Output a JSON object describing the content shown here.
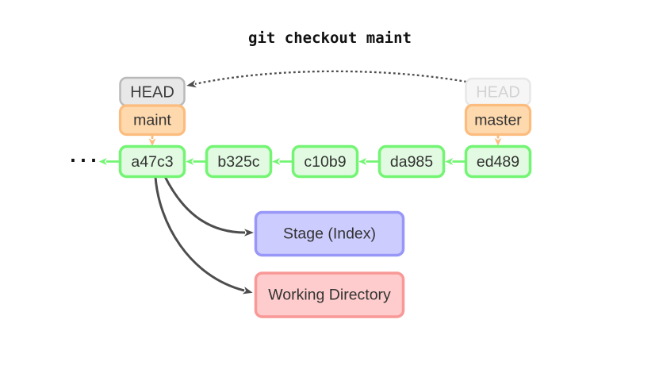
{
  "title": "git checkout maint",
  "ellipsis": "...",
  "head_pointer": {
    "label": "HEAD"
  },
  "head_pointer_previous": {
    "label": "HEAD"
  },
  "branches": {
    "maint": {
      "label": "maint"
    },
    "master": {
      "label": "master"
    }
  },
  "commits": [
    {
      "id": "a47c3"
    },
    {
      "id": "b325c"
    },
    {
      "id": "c10b9"
    },
    {
      "id": "da985"
    },
    {
      "id": "ed489"
    }
  ],
  "areas": {
    "stage": {
      "label": "Stage (Index)"
    },
    "working_directory": {
      "label": "Working Directory"
    }
  },
  "colors": {
    "background": "#ffffff",
    "commit_fill": "#e1fae1",
    "commit_border": "#73f573",
    "branch_fill": "#fed9ae",
    "branch_border": "#fbbc7e",
    "head_fill": "#e8e8e8",
    "head_border": "#b9b9b9",
    "head_text": "#3d3d3d",
    "head_faded_fill": "#f6f6f6",
    "head_faded_border": "#e7e7e7",
    "head_faded_text": "#d3d3d3",
    "stage_fill": "#ccccfe",
    "stage_border": "#9897f8",
    "workdir_fill": "#fecccc",
    "workdir_border": "#f89897",
    "arrow_dark": "#4d4d4d",
    "text": "#333333",
    "title_text": "#111111"
  }
}
